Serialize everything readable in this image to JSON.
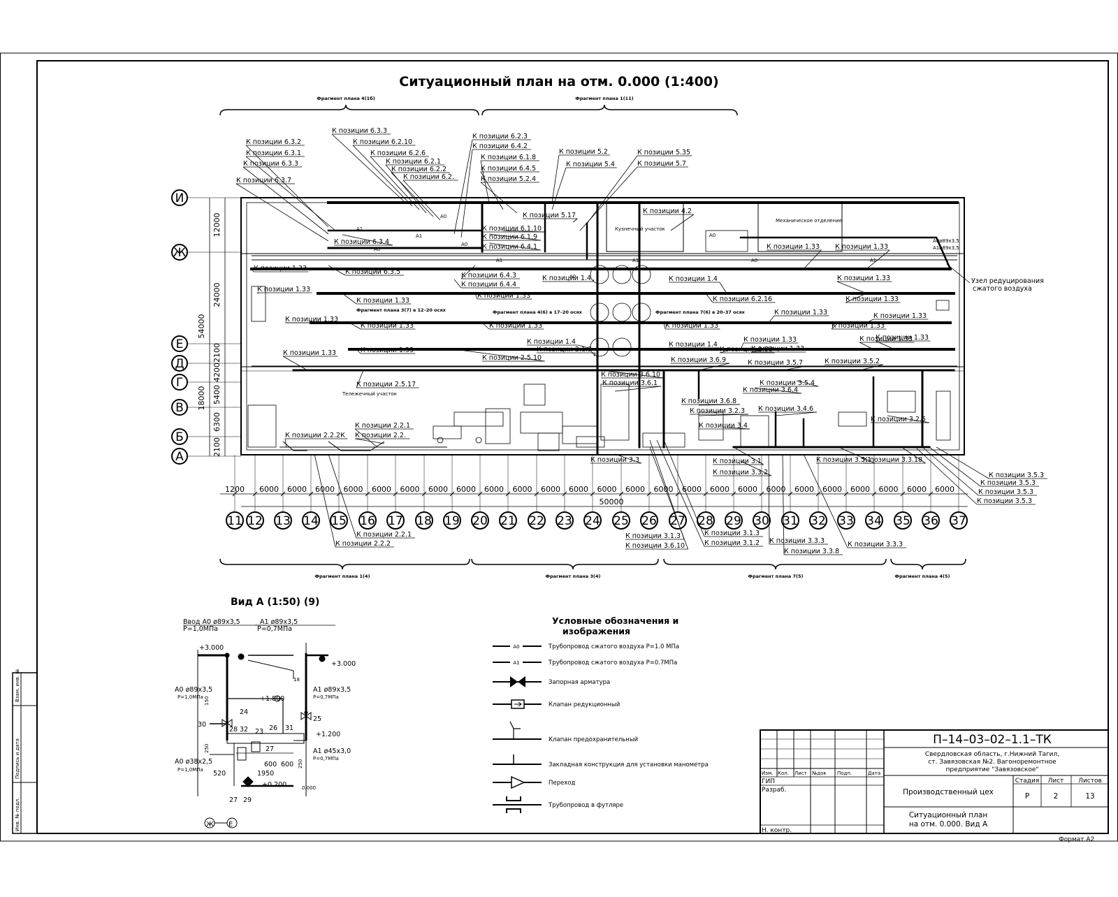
{
  "drawing": {
    "title": "Ситуационный план на отм. 0.000 (1:400)",
    "sections_top": [
      "Фрагмент плана 4(1б)",
      "Фрагмент плана 1(11)"
    ],
    "sections_bottom": [
      "Фрагмент плана 1(4)",
      "Фрагмент плана 3(4)",
      "Фрагмент плана 7(5)",
      "Фрагмент плана 4(5)"
    ],
    "inner_fragments": [
      "Фрагмент плана 3(7) в 12–20 осях",
      "Фрагмент плана 4(6) в 17–20 осях",
      "Фрагмент плана 7(6) в 20–37 осях"
    ],
    "rooms": [
      "Кузнечный участок",
      "Механическое отделение",
      "Тележечный участок"
    ],
    "node_label": [
      "Узел редуцирования",
      "сжатого воздуха"
    ],
    "row_axes": [
      "И",
      "Ж",
      "Е",
      "Д",
      "Г",
      "В",
      "Б",
      "А"
    ],
    "row_dims": [
      "12000",
      "24000",
      "2100",
      "4200",
      "5400",
      "6300",
      "2100"
    ],
    "row_dims_total": [
      "54000",
      "18000"
    ],
    "col_axes": [
      "11",
      "12",
      "13",
      "14",
      "15",
      "16",
      "17",
      "18",
      "19",
      "20",
      "21",
      "22",
      "23",
      "24",
      "25",
      "26",
      "27",
      "28",
      "29",
      "30",
      "31",
      "32",
      "33",
      "34",
      "35",
      "36",
      "37"
    ],
    "col_dims": [
      "1200",
      "6000",
      "6000",
      "6000",
      "6000",
      "6000",
      "6000",
      "6000",
      "6000",
      "6000",
      "6000",
      "6000",
      "6000",
      "6000",
      "6000",
      "6000",
      "6000",
      "6000",
      "6000",
      "6000",
      "6000",
      "6000",
      "6000",
      "6000",
      "6000",
      "6000"
    ],
    "col_dims_total": "50000",
    "pipe_codes": [
      "А0",
      "А1"
    ],
    "pipe_sizes": [
      "А0ø89х3,5",
      "А1ø89х3,5"
    ],
    "pos_labels_top": [
      "К позиции 6.3.2",
      "К позиции 6.3.1",
      "К позиции 6.3.3",
      "К позиции 6.3.7",
      "К позиции 6.3.3",
      "К позиции 6.2.10",
      "К позиции 6.2.6",
      "К позиции 6.2.1",
      "К позиции 6.2.2",
      "К позиции 6.2.",
      "К позиции 6.2.3",
      "К позиции 6.4.2",
      "К позиции 6.1.8",
      "К позиции 6.4.5",
      "К позиции 5.2.4",
      "К позиции 5.2",
      "К позиции 5.4",
      "К позиции 5.35",
      "К позиции 5.7",
      "К позиции 5.17",
      "К позиции 4.2",
      "К позиции 6.1.10",
      "К позиции 6.1.9",
      "К позиции 6.4.1",
      "К позиции 6.3.4",
      "К позиции 6.3.5",
      "К позиции 6.4.3",
      "К позиции 6.4.4"
    ],
    "pos_labels_mid": [
      "К позиции 1.33",
      "К позиции 1.33",
      "К позиции 1.33",
      "К позиции 1.33",
      "К позиции 1.33",
      "К позиции 1.33",
      "К позиции 1.33",
      "К позиции 1.33",
      "К позиции 1.33",
      "К позиции 1.4",
      "К позиции 1.4",
      "К позиции 1.4",
      "К позиции 1.4",
      "К позиции 1.33",
      "К позиции 1.33",
      "К позиции 6.2.16",
      "К позиции 1.33",
      "К позиции 1.33",
      "К позиции 1.33",
      "К позиции 1.33",
      "К позиции 1.33",
      "К позиции 1.33",
      "К позиции 1.33",
      "К позиции 1.33",
      "К позиции 1.33",
      "К позиции 2.1.3",
      "К позиции 2.5.10",
      "К позиции 1.33",
      "К позиции 1.33"
    ],
    "pos_labels_low": [
      "К позиции 2.5.17",
      "К позиции 2.2.2К",
      "К позиции 2.2.1",
      "К позиции 2.2.",
      "К позиции 3.6.10",
      "К позиции 3.6.1",
      "К позиции 3.6.9",
      "К позиции 3.5.7",
      "К позиции 3.5.2",
      "К позиции 3.5.4",
      "К позиции 3.6.4",
      "К позиции 3.6.8",
      "К позиции 3.2.3",
      "К позиции 3.4",
      "К позиции 3.4.6",
      "К позиции 3.2.5",
      "К позиции 3.1",
      "К позиции 3.3.2",
      "К позиции 3.3.18",
      "К позиции 3.3",
      "К позиции 3.5.1"
    ],
    "pos_labels_bottom": [
      "К позиции 2.2.1",
      "К позиции 2.2.2",
      "К позиции 3.1.3",
      "К позиции 3.6.10",
      "К позиции 3.1.3",
      "К позиции 3.1.2",
      "К позиции 3.3.3",
      "К позиции 3.3.8",
      "К позиции 3.3.3",
      "К позиции 3.5.3",
      "К позиции 3.5.3",
      "К позиции 3.5.3",
      "К позиции 3.5.3"
    ]
  },
  "view_a": {
    "title": "Вид А (1:50) (9)",
    "inlet_a0": "Ввод А0 ø89х3,5",
    "inlet_a1": "А1 ø89х3,5",
    "p_a0": "Р=1,0МПа",
    "p_a1": "Р=0,7МПа",
    "levels": [
      "+3.000",
      "+3.000",
      "+1.800",
      "+1.200",
      "+0.200",
      "0.000"
    ],
    "pipe_left": "А0 ø89х3,5",
    "pipe_left_p": "Р=1,0МПа",
    "pipe_right": "А1 ø89х3,5",
    "pipe_right_p": "Р=0,7МПа",
    "pipe_bottom_left": "А0 ø38х2,5",
    "pipe_bottom_left_p": "Р=1,0МПа",
    "pipe_bottom_right": "А1 ø45х3,0",
    "pipe_bottom_right_p": "Р=0,7МПа",
    "marks": [
      "24",
      "25",
      "28",
      "32",
      "23",
      "26",
      "31",
      "27",
      "27",
      "29",
      "30",
      "18"
    ],
    "dims": [
      "150",
      "250",
      "520",
      "1950",
      "600",
      "600",
      "250"
    ],
    "axes": [
      "Ж",
      "Е"
    ]
  },
  "legend": {
    "title_1": "Условные обозначения и",
    "title_2": "изображения",
    "items": [
      {
        "sym": "А0",
        "text": "Трубопровод сжатого воздуха Р=1.0 МПа"
      },
      {
        "sym": "А1",
        "text": "Трубопровод сжатого воздуха Р=0.7МПа"
      },
      {
        "sym": "",
        "text": "Запорная арматура"
      },
      {
        "sym": "",
        "text": "Клапан редукционный"
      },
      {
        "sym": "",
        "text": "Клапан предохранительный"
      },
      {
        "sym": "",
        "text": "Закладная конструкция для установки манометра"
      },
      {
        "sym": "",
        "text": "Переход"
      },
      {
        "sym": "",
        "text": "Трубопровод в футляре"
      }
    ]
  },
  "title_block": {
    "code": "П–14–03–02–1.1–ТК",
    "location_1": "Свердловская область, г.Нижний Тагил,",
    "location_2": "ст. Завязовская №2. Вагоноремонтное",
    "location_3": "предприятие \"Завязовское\"",
    "headers": [
      "Изм.",
      "Кол.",
      "Лист",
      "№док",
      "Подп.",
      "Дата"
    ],
    "roles": [
      "ГИП",
      "Разраб.",
      "Н. контр."
    ],
    "object": "Производственный цех",
    "stage_h": "Стадия",
    "sheet_h": "Лист",
    "sheets_h": "Листов",
    "stage": "Р",
    "sheet": "2",
    "sheets": "13",
    "sheet_title_1": "Ситуационный план",
    "sheet_title_2": "на отм. 0.000. Вид А",
    "format": "Формат А2",
    "side_stamp": [
      "Инв. № подл.",
      "Подпись и дата",
      "Взам. инв. №"
    ]
  }
}
